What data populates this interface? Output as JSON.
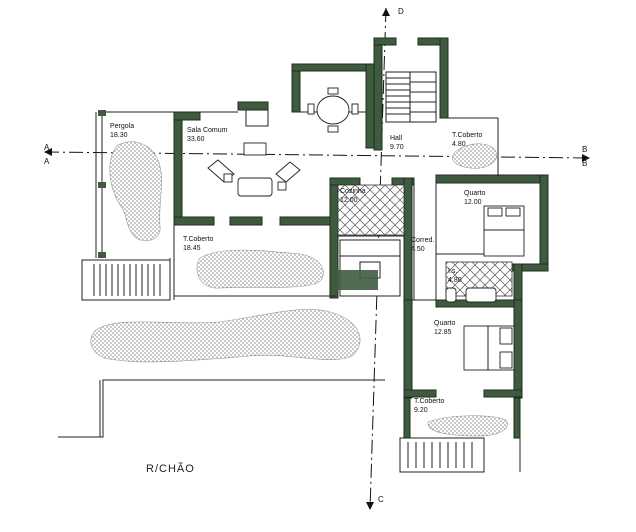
{
  "plan": {
    "level_label": "R/CHÃO",
    "axis_labels": {
      "a_left": "A",
      "b_right": "B",
      "d_top": "D",
      "c_bottom": "C"
    },
    "rooms": [
      {
        "id": "pergola",
        "name": "Pergola",
        "area": "18.30"
      },
      {
        "id": "sala",
        "name": "Sala Comum",
        "area": "33.60"
      },
      {
        "id": "hall",
        "name": "Hall",
        "area": "9.70"
      },
      {
        "id": "tcob1",
        "name": "T.Coberto",
        "area": "4.80"
      },
      {
        "id": "cozinha",
        "name": "Cozinha",
        "area": "12.00"
      },
      {
        "id": "quarto1",
        "name": "Quarto",
        "area": "12.00"
      },
      {
        "id": "corred",
        "name": "Corred.",
        "area": "4.50"
      },
      {
        "id": "is",
        "name": "I.s.",
        "area": "4.80"
      },
      {
        "id": "tcob2",
        "name": "T.Coberto",
        "area": "18.45"
      },
      {
        "id": "quarto2",
        "name": "Quarto",
        "area": "12.85"
      },
      {
        "id": "tcob3",
        "name": "T.Coberto",
        "area": "9.20"
      }
    ]
  }
}
